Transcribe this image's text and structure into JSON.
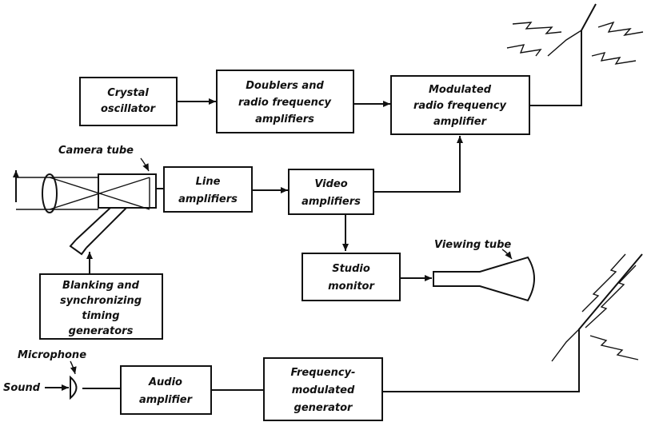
{
  "blocks": {
    "crystal": [
      "Crystal",
      "oscillator"
    ],
    "doublers": [
      "Doublers and",
      "radio frequency",
      "amplifiers"
    ],
    "modulated": [
      "Modulated",
      "radio frequency",
      "amplifier"
    ],
    "line": [
      "Line",
      "amplifiers"
    ],
    "video": [
      "Video",
      "amplifiers"
    ],
    "studio": [
      "Studio",
      "monitor"
    ],
    "blanking": [
      "Blanking and",
      "synchronizing",
      "timing",
      "generators"
    ],
    "audio": [
      "Audio",
      "amplifier"
    ],
    "fm": [
      "Frequency-",
      "modulated",
      "generator"
    ]
  },
  "labels": {
    "camera_tube": "Camera tube",
    "viewing_tube": "Viewing tube",
    "microphone": "Microphone",
    "sound": "Sound"
  }
}
